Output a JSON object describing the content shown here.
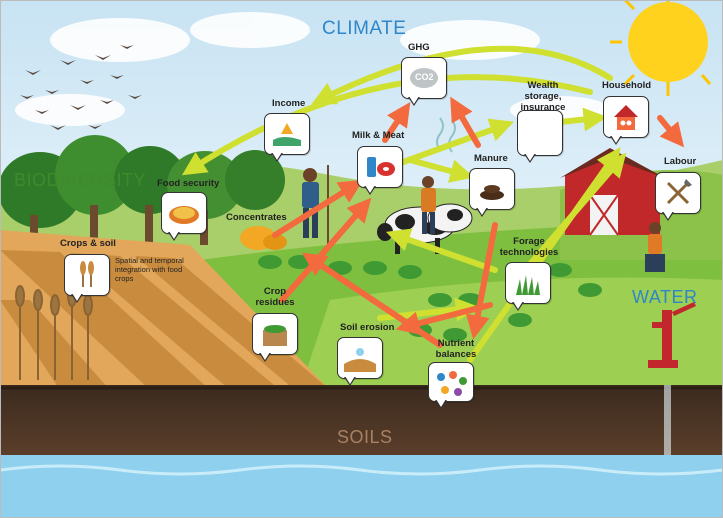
{
  "themes": {
    "climate": "CLIMATE",
    "biodiversity": "BIODIVERSITY",
    "water": "WATER",
    "soils": "SOILS"
  },
  "nodes": {
    "ghg": "GHG",
    "ghg_icon_text": "CO2",
    "income": "Income",
    "wealth": "Wealth storage, insurance",
    "household": "Household",
    "milk_meat": "Milk & Meat",
    "manure": "Manure",
    "labour": "Labour",
    "food_security": "Food security",
    "concentrates": "Concentrates",
    "crops_soil": "Crops & soil",
    "crops_soil_note": "Spatial and temporal integration with food crops",
    "forage": "Forage technologies",
    "crop_residues": "Crop residues",
    "soil_erosion": "Soil erosion",
    "nutrient": "Nutrient balances"
  },
  "colors": {
    "positive_arrow": "#cfe031",
    "negative_arrow": "#f26a3d",
    "theme_blue": "#2f86c8",
    "theme_green": "#3f8a2c",
    "soil_text": "#7a5a3e"
  }
}
